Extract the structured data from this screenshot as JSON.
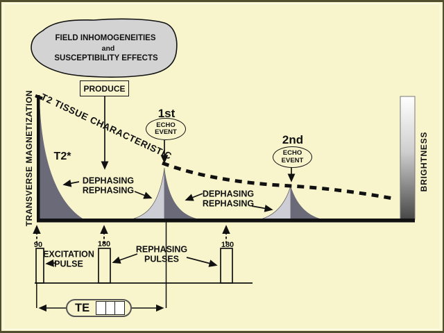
{
  "cloud": {
    "line1": "FIELD INHOMOGENEITIES",
    "line2": "and",
    "line3": "SUSCEPTIBILITY EFFECTS"
  },
  "produce": {
    "label": "PRODUCE"
  },
  "axes": {
    "y_label": "TRANSVERSE MAGNETIZATION",
    "brightness_label": "BRIGHTNESS"
  },
  "curves": {
    "t2_label": "T2 TISSUE CHARACTERISTIC",
    "t2star_label": "T2*"
  },
  "echo_events": [
    {
      "order": "1st",
      "line1": "ECHO",
      "line2": "EVENT"
    },
    {
      "order": "2nd",
      "line1": "ECHO",
      "line2": "EVENT"
    }
  ],
  "phase_labels": [
    {
      "line1": "DEPHASING",
      "line2": "REPHASING"
    },
    {
      "line1": "DEPHASING",
      "line2": "REPHASING"
    }
  ],
  "pulse_sequence": {
    "pulse90": "90",
    "pulse180_first": "180",
    "pulse180_second": "180",
    "excitation_line1": "EXCITATION",
    "excitation_line2": "PULSE",
    "rephasing_line1": "REPHASING",
    "rephasing_line2": "PULSES",
    "te_label": "TE"
  },
  "colors": {
    "background": "#f8f5cd",
    "frame": "#4f4f2e",
    "ink": "#111111",
    "cloud_fill": "#d3d3d3",
    "dark_lobe": "#6a6a79",
    "light_lobe": "#cdcdd5",
    "brightness_top": "#ffffff",
    "brightness_bottom": "#474747"
  }
}
